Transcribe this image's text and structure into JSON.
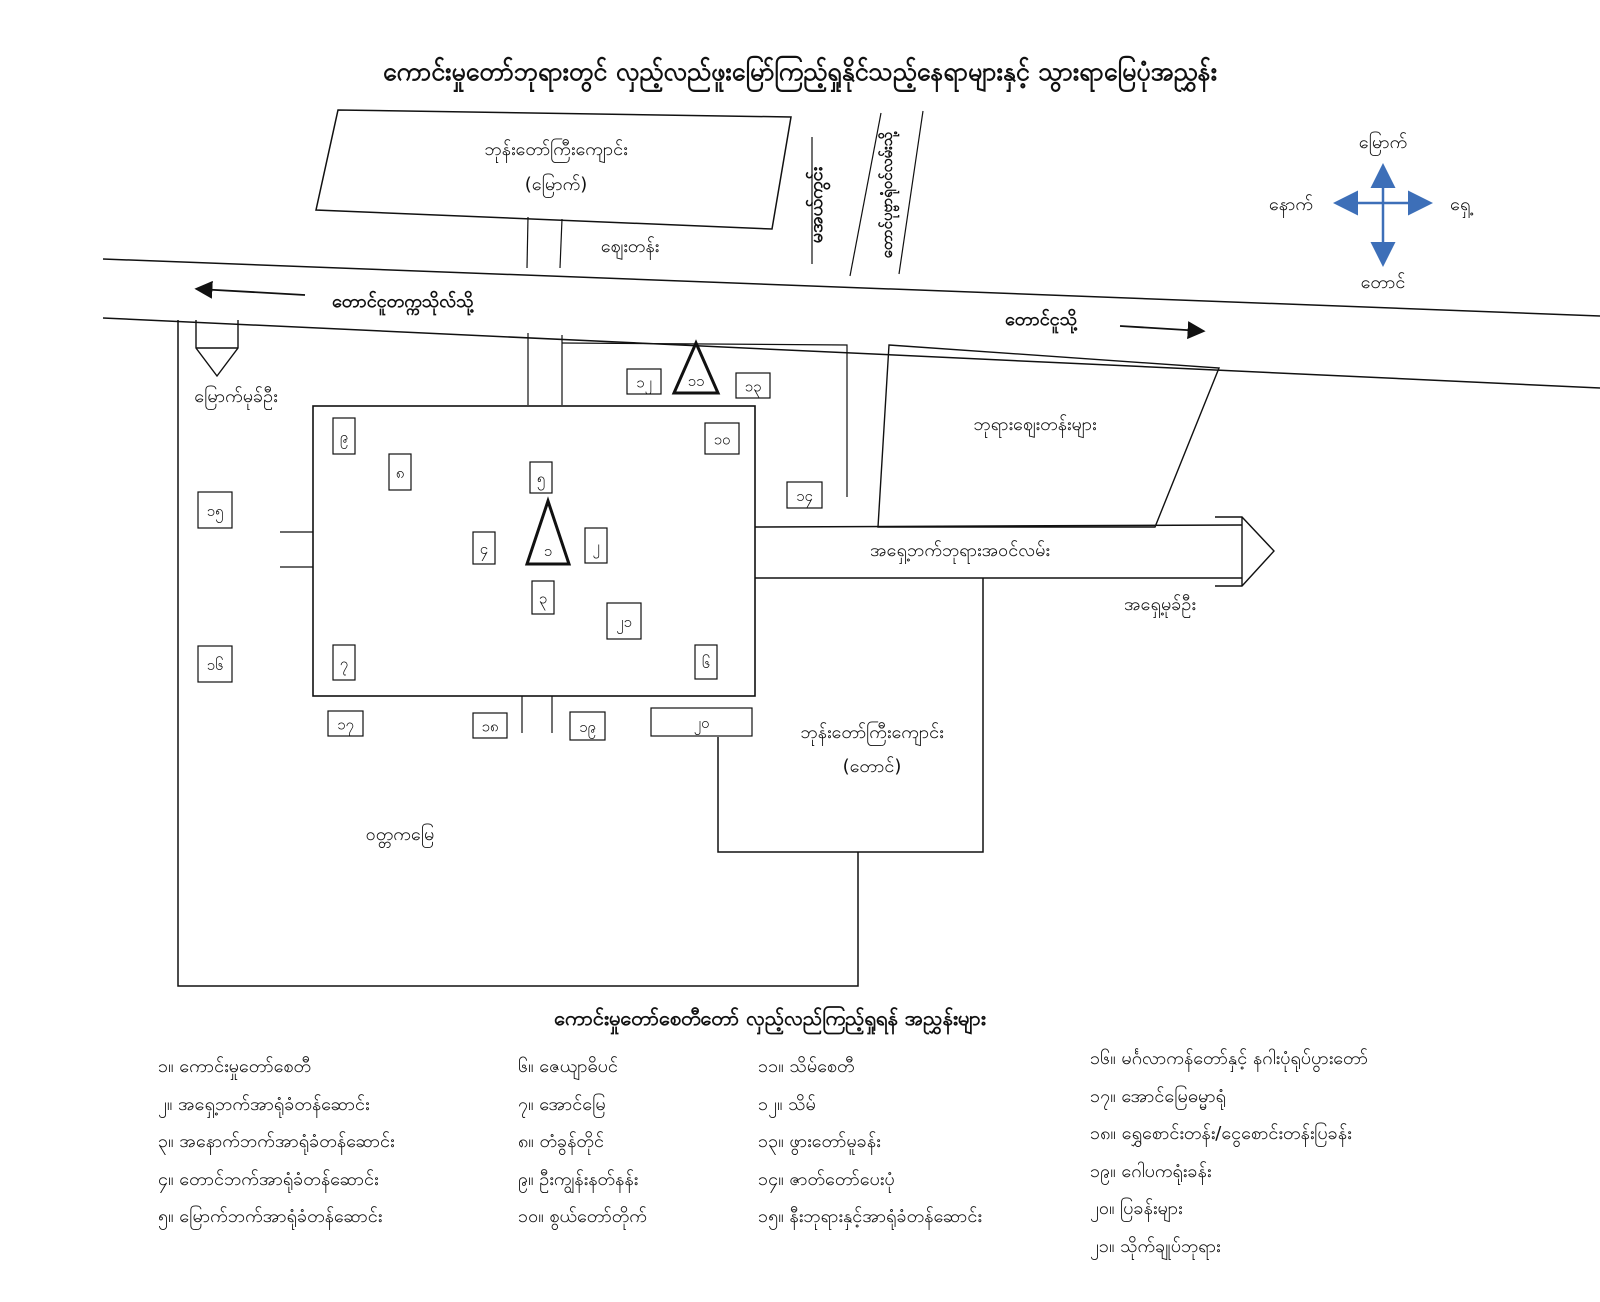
{
  "title": "ကောင်းမှုတော်ဘုရားတွင် လှည့်လည်ဖူးမြော်ကြည့်ရှုနိုင်သည့်နေရာများနှင့် သွားရာမြေပုံအညွှန်း",
  "compass": {
    "north": "မြောက်",
    "west": "နောက်",
    "east": "ရှေ့",
    "south": "တောင်"
  },
  "roads": {
    "west_road": "တောင်ငူတက္ကသိုလ်သို့",
    "east_road": "တောင်ငူသို့",
    "lane_1": "မအယ်ကွင်း",
    "lane_2": "တောင်ပုဗ္ဗာရုံဝင်လမ်းသို့",
    "east_entrance": "အရှေ့ဘက်ဘုရားအဝင်လမ်း"
  },
  "areas": {
    "north_monastery": "ဘုန်းတော်ကြီးကျောင်း",
    "north_monastery_dir": "(မြောက်)",
    "market_shop": "ဈေးတန်း",
    "pagoda_shops": "ဘုရားဈေးတန်းများ",
    "south_monastery": "ဘုန်းတော်ကြီးကျောင်း",
    "south_monastery_dir": "(တောင်)",
    "monk_land": "ဝတ္တကမြေ",
    "north_gate": "မြောက်မုခ်ဦး",
    "east_gate": "အရှေ့မုခ်ဦး"
  },
  "map_numbers": [
    "၁",
    "၂",
    "၃",
    "၄",
    "၅",
    "၆",
    "၇",
    "၈",
    "၉",
    "၁၀",
    "၁၁",
    "၁၂",
    "၁၃",
    "၁၄",
    "၁၅",
    "၁၆",
    "၁၇",
    "၁၈",
    "၁၉",
    "၂၀",
    "၂၁"
  ],
  "legend_title": "ကောင်းမှုတော်စေတီတော် လှည့်လည်ကြည့်ရှုရန် အညွှန်းများ",
  "legend": [
    "၁။ ကောင်းမှုတော်စေတီ",
    "၂။ အရှေ့ဘက်အာရုံခံတန်ဆောင်း",
    "၃။ အနောက်ဘက်အာရုံခံတန်ဆောင်း",
    "၄။ တောင်ဘက်အာရုံခံတန်ဆောင်း",
    "၅။ မြောက်ဘက်အာရုံခံတန်ဆောင်း",
    "၆။ ဇေယျာဓိပင်",
    "၇။ အောင်မြေ",
    "၈။ တံခွန်တိုင်",
    "၉။ ဦးကျွန်းနတ်နန်း",
    "၁၀။ စွယ်တော်တိုက်",
    "၁၁။ သိမ်စေတီ",
    "၁၂။ သိမ်",
    "၁၃။ ဖွားတော်မူခန်း",
    "၁၄။ ဇာတ်တော်ပေးပုံ",
    "၁၅။ နီးဘုရားနှင့်အာရုံခံတန်ဆောင်း",
    "၁၆။ မင်္ဂလာကန်တော်နှင့် နဂါးပုံရုပ်ပွားတော်",
    "၁၇။ အောင်မြေဓမ္မာရုံ",
    "၁၈။ ရွှေစောင်းတန်း/ငွေစောင်းတန်းပြခန်း",
    "၁၉။ ဂေါပကရုံးခန်း",
    "၂၀။ ပြခန်းများ",
    "၂၁။ သိုက်ချုပ်ဘုရား"
  ],
  "colors": {
    "compass_arrow": "#3d6fb8",
    "ink": "#111111"
  }
}
